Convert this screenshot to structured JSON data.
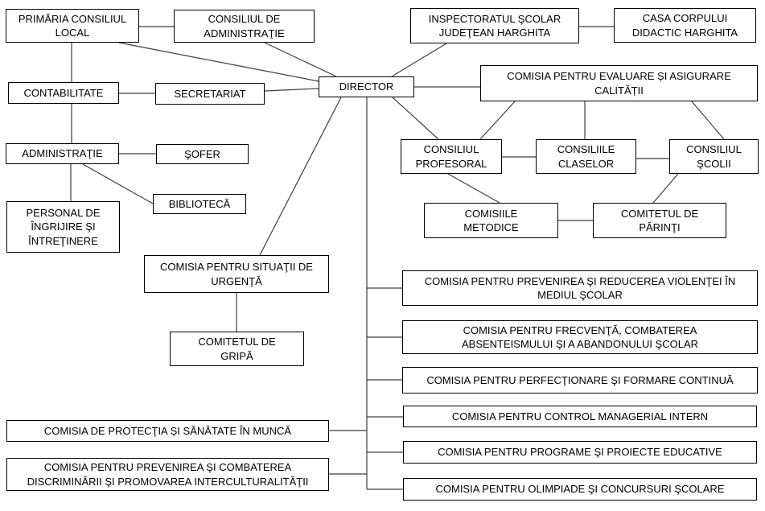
{
  "diagram": {
    "type": "org-chart",
    "language": "ro",
    "colors": {
      "box_border": "#000000",
      "box_fill": "#ffffff",
      "line": "#3f3f3f",
      "text": "#000000"
    },
    "nodes": {
      "primaria": {
        "label": "PRIMĂRIA CONSILIUL\nLOCAL"
      },
      "consiliu_admin": {
        "label": "CONSILIUL DE\nADMINISTRAŢIE"
      },
      "inspectorat": {
        "label": "INSPECTORATUL ŞCOLAR\nJUDEŢEAN HARGHITA"
      },
      "casa_corpului": {
        "label": "CASA CORPULUI\nDIDACTIC HARGHITA"
      },
      "contabilitate": {
        "label": "CONTABILITATE"
      },
      "secretariat": {
        "label": "SECRETARIAT"
      },
      "director": {
        "label": "DIRECTOR"
      },
      "evaluare": {
        "label": "COMISIA PENTRU EVALUARE ȘI ASIGURARE\nCALITĂȚII"
      },
      "administratie": {
        "label": "ADMINISTRAŢIE"
      },
      "sofer": {
        "label": "ŞOFER"
      },
      "biblioteca": {
        "label": "BIBLIOTECĂ"
      },
      "personal": {
        "label": "PERSONAL DE\nÎNGRIJIRE ŞI\nÎNTREŢINERE"
      },
      "profesoral": {
        "label": "CONSILIUL\nPROFESORAL"
      },
      "claselor": {
        "label": "CONSILIILE\nCLASELOR"
      },
      "scolii": {
        "label": "CONSILIUL\nŞCOLII"
      },
      "metodice": {
        "label": "COMISIILE\nMETODICE"
      },
      "parinti": {
        "label": "COMITETUL DE\nPĂRINŢI"
      },
      "situatii": {
        "label": "COMISIA PENTRU SITUAŢII DE\nURGENŢĂ"
      },
      "gripa": {
        "label": "COMITETUL DE\nGRIPĂ"
      },
      "violenta": {
        "label": "COMISIA PENTRU PREVENIREA ŞI REDUCEREA VIOLENŢEI ÎN\nMEDIUL ŞCOLAR"
      },
      "frecventa": {
        "label": "COMISIA PENTRU FRECVENŢĂ, COMBATEREA\nABSENTEISMULUI ŞI A ABANDONULUI ŞCOLAR"
      },
      "perfectionare": {
        "label": "COMISIA PENTRU PERFECŢIONARE ŞI FORMARE CONTINUĂ"
      },
      "control": {
        "label": "COMISIA PENTRU CONTROL MANAGERIAL INTERN"
      },
      "programe": {
        "label": "COMISIA PENTRU PROGRAME ŞI PROIECTE EDUCATIVE"
      },
      "olimpiade": {
        "label": "COMISIA PENTRU OLIMPIADE ŞI CONCURSURI ŞCOLARE"
      },
      "protectia": {
        "label": "COMISIA DE PROTECŢIA ȘI SĂNĂTATE ÎN MUNCĂ"
      },
      "discriminare": {
        "label": "COMISIA PENTRU PREVENIREA ŞI COMBATEREA\nDISCRIMINĂRII ŞI PROMOVAREA INTERCULTURALITĂŢII"
      }
    },
    "edges": [
      {
        "from": "primaria",
        "to": "consiliu_admin"
      },
      {
        "from": "inspectorat",
        "to": "casa_corpului"
      },
      {
        "from": "primaria",
        "to": "contabilitate"
      },
      {
        "from": "contabilitate",
        "to": "secretariat"
      },
      {
        "from": "secretariat",
        "to": "director"
      },
      {
        "from": "primaria",
        "to": "director"
      },
      {
        "from": "consiliu_admin",
        "to": "director"
      },
      {
        "from": "inspectorat",
        "to": "director"
      },
      {
        "from": "director",
        "to": "evaluare"
      },
      {
        "from": "contabilitate",
        "to": "administratie"
      },
      {
        "from": "administratie",
        "to": "personal"
      },
      {
        "from": "administratie",
        "to": "biblioteca"
      },
      {
        "from": "administratie",
        "to": "sofer"
      },
      {
        "from": "director",
        "to": "situatii"
      },
      {
        "from": "situatii",
        "to": "gripa"
      },
      {
        "from": "director",
        "to": "profesoral"
      },
      {
        "from": "evaluare",
        "to": "profesoral"
      },
      {
        "from": "evaluare",
        "to": "claselor"
      },
      {
        "from": "evaluare",
        "to": "scolii"
      },
      {
        "from": "profesoral",
        "to": "claselor"
      },
      {
        "from": "claselor",
        "to": "scolii"
      },
      {
        "from": "profesoral",
        "to": "metodice"
      },
      {
        "from": "scolii",
        "to": "parinti"
      },
      {
        "from": "metodice",
        "to": "parinti"
      },
      {
        "from": "director",
        "to": "violenta"
      },
      {
        "from": "director",
        "to": "frecventa"
      },
      {
        "from": "director",
        "to": "perfectionare"
      },
      {
        "from": "director",
        "to": "control"
      },
      {
        "from": "director",
        "to": "programe"
      },
      {
        "from": "director",
        "to": "olimpiade"
      },
      {
        "from": "director",
        "to": "protectia"
      },
      {
        "from": "director",
        "to": "discriminare"
      }
    ]
  }
}
